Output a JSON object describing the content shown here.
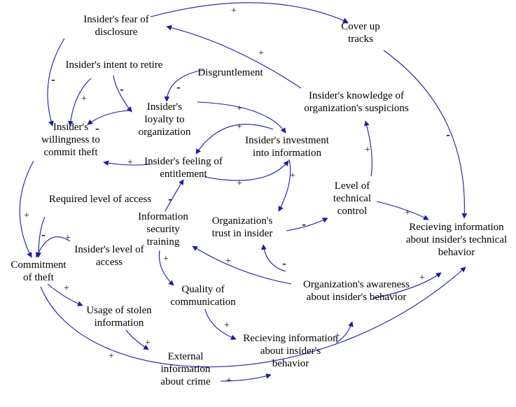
{
  "diagram": {
    "colors": {
      "arrow": "#1a1aa6",
      "text": "#000000",
      "background": "#ffffff"
    },
    "nodes": [
      {
        "id": "fear",
        "label": "Insider's fear of\ndisclosure"
      },
      {
        "id": "coverup",
        "label": "Cover up\ntracks"
      },
      {
        "id": "retire",
        "label": "Insider's intent to retire"
      },
      {
        "id": "disgruntlement",
        "label": "Disgruntlement"
      },
      {
        "id": "knowledge",
        "label": "Insider's knowledge of\norganization's suspicions"
      },
      {
        "id": "loyalty",
        "label": "Insider's\nloyalty to\norganization"
      },
      {
        "id": "willingness",
        "label": "Insider's\nwillingness to\ncommit theft"
      },
      {
        "id": "investment",
        "label": "Insider's investment\ninto information"
      },
      {
        "id": "entitlement",
        "label": "Insider's feeling of\nentitlement"
      },
      {
        "id": "techcontrol",
        "label": "Level of\ntechnical\ncontrol"
      },
      {
        "id": "reqaccess",
        "label": "Required level of access"
      },
      {
        "id": "training",
        "label": "Information\nsecurity\ntraining"
      },
      {
        "id": "trust",
        "label": "Organization's\ntrust in insider"
      },
      {
        "id": "recv_tech",
        "label": "Recieving information\nabout insider's technical\nbehavior"
      },
      {
        "id": "access",
        "label": "Insider's level of\naccess"
      },
      {
        "id": "theft",
        "label": "Commitment\nof theft"
      },
      {
        "id": "quality",
        "label": "Quality of\ncommunication"
      },
      {
        "id": "awareness",
        "label": "Organization's awareness\nabout insider's behavior"
      },
      {
        "id": "stolen",
        "label": "Usage of stolen\ninformation"
      },
      {
        "id": "recv_beh",
        "label": "Recieving information\nabout insider's\nbehavior"
      },
      {
        "id": "external",
        "label": "External\ninformation\nabout crime"
      }
    ],
    "links": [
      {
        "from": "fear",
        "to": "coverup",
        "polarity": "+"
      },
      {
        "from": "knowledge",
        "to": "fear",
        "polarity": "+"
      },
      {
        "from": "coverup",
        "to": "recv_tech",
        "polarity": "-"
      },
      {
        "from": "fear",
        "to": "willingness",
        "polarity": "-"
      },
      {
        "from": "retire",
        "to": "willingness",
        "polarity": "+"
      },
      {
        "from": "retire",
        "to": "loyalty",
        "polarity": "-"
      },
      {
        "from": "loyalty",
        "to": "willingness",
        "polarity": "-"
      },
      {
        "from": "disgruntlement",
        "to": "loyalty",
        "polarity": "-"
      },
      {
        "from": "loyalty",
        "to": "investment",
        "polarity": "+"
      },
      {
        "from": "entitlement",
        "to": "investment",
        "polarity": "+"
      },
      {
        "from": "investment",
        "to": "entitlement",
        "polarity": "+"
      },
      {
        "from": "entitlement",
        "to": "willingness",
        "polarity": "+"
      },
      {
        "from": "investment",
        "to": "trust",
        "polarity": "+"
      },
      {
        "from": "techcontrol",
        "to": "knowledge",
        "polarity": "+"
      },
      {
        "from": "trust",
        "to": "techcontrol",
        "polarity": "-"
      },
      {
        "from": "techcontrol",
        "to": "recv_tech",
        "polarity": "+"
      },
      {
        "from": "training",
        "to": "entitlement",
        "polarity": "-"
      },
      {
        "from": "training",
        "to": "quality",
        "polarity": "+"
      },
      {
        "from": "awareness",
        "to": "training",
        "polarity": "+"
      },
      {
        "from": "awareness",
        "to": "trust",
        "polarity": "-"
      },
      {
        "from": "awareness",
        "to": "recv_tech",
        "polarity": "+"
      },
      {
        "from": "quality",
        "to": "recv_beh",
        "polarity": "+"
      },
      {
        "from": "recv_beh",
        "to": "awareness",
        "polarity": "+"
      },
      {
        "from": "willingness",
        "to": "theft",
        "polarity": "+"
      },
      {
        "from": "reqaccess",
        "to": "theft",
        "polarity": "-"
      },
      {
        "from": "access",
        "to": "theft",
        "polarity": "+"
      },
      {
        "from": "theft",
        "to": "stolen",
        "polarity": "+"
      },
      {
        "from": "stolen",
        "to": "external",
        "polarity": "+"
      },
      {
        "from": "external",
        "to": "recv_beh",
        "polarity": "+"
      },
      {
        "from": "theft",
        "to": "recv_tech",
        "polarity": "+"
      }
    ]
  }
}
